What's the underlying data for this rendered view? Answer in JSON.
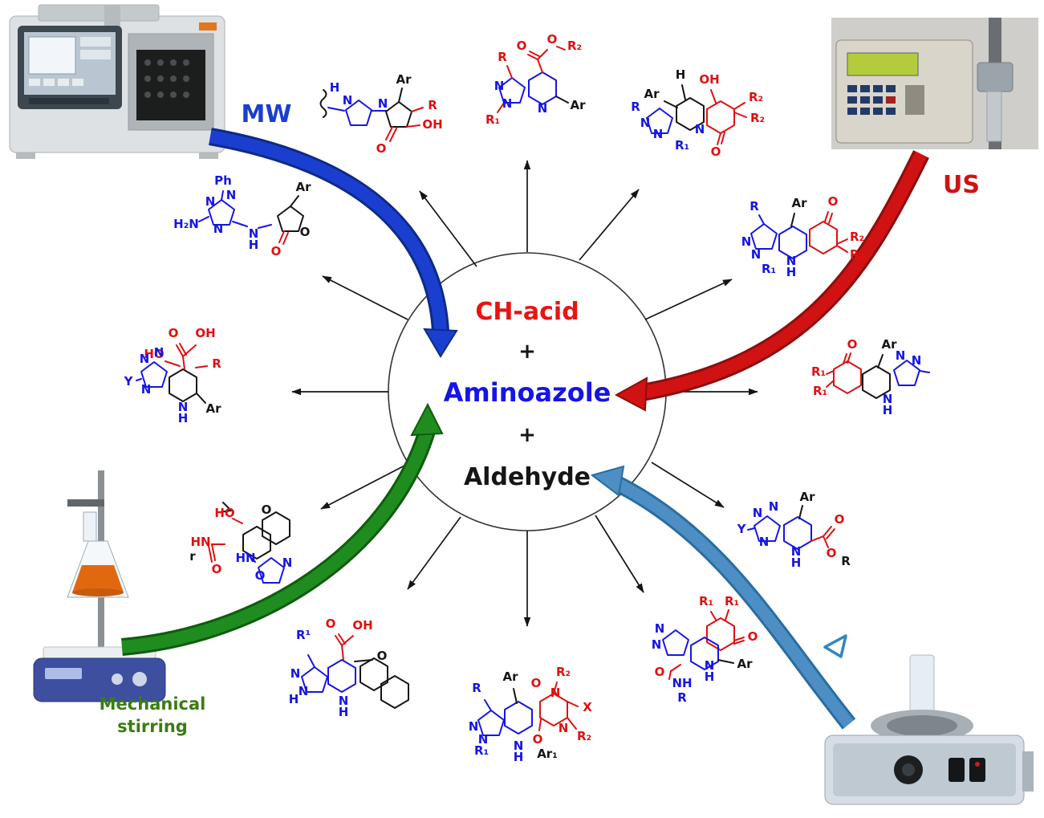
{
  "center": {
    "component1": "CH-acid",
    "plus1": "+",
    "component2": "Aminoazole",
    "plus2": "+",
    "component3": "Aldehyde"
  },
  "methods": {
    "mw": "MW",
    "us": "US",
    "mech_line1": "Mechanical",
    "mech_line2": "stirring"
  },
  "colors": {
    "ch_acid": "#e81410",
    "aminoazole": "#1515e6",
    "aldehyde": "#151515",
    "mw": "#1a3fd0",
    "us": "#d01212",
    "mech": "#1f8c1f",
    "mech_text": "#3a7d12",
    "thermal": "#4d8fc4"
  },
  "structures": [
    {
      "name": "pyrrolinone",
      "labels": [
        "H",
        "N",
        "N",
        "Ar",
        "R",
        "OH",
        "O"
      ]
    },
    {
      "name": "pyrazolopyridine-ester",
      "labels": [
        "R",
        "O",
        "O",
        "R₂",
        "N",
        "N",
        "N",
        "R₁",
        "Ar"
      ]
    },
    {
      "name": "hydroxy-pyrazoloquinolinone",
      "labels": [
        "H",
        "Ar",
        "OH",
        "R₂",
        "R₂",
        "R",
        "N",
        "N",
        "N",
        "R₁",
        "O"
      ]
    },
    {
      "name": "pyrazoloquinolinone",
      "labels": [
        "R",
        "Ar",
        "O",
        "R₂",
        "R₂",
        "N",
        "N",
        "N",
        "H",
        "R₁"
      ]
    },
    {
      "name": "pyrazoloquinazolinone",
      "labels": [
        "O",
        "Ar",
        "R₁",
        "R₁",
        "N",
        "N",
        "N",
        "H"
      ]
    },
    {
      "name": "triazolopyrimidine-ester",
      "labels": [
        "Ar",
        "Y",
        "N",
        "N",
        "N",
        "N",
        "H",
        "O",
        "O",
        "R"
      ]
    },
    {
      "name": "pyrazoloquinazoline-amide",
      "labels": [
        "R₁",
        "R₁",
        "O",
        "N",
        "N",
        "N",
        "H",
        "Ar",
        "O",
        "NH",
        "R"
      ]
    },
    {
      "name": "spiro-pyrazolopyridine",
      "labels": [
        "R",
        "Ar",
        "O",
        "R₂",
        "N",
        "X",
        "N",
        "R₂",
        "O",
        "N",
        "H",
        "Ar₁",
        "R₁",
        "N",
        "N"
      ]
    },
    {
      "name": "pyrazolopyridine-acid",
      "labels": [
        "R¹",
        "O",
        "OH",
        "N",
        "N",
        "H",
        "N",
        "H",
        "O"
      ]
    },
    {
      "name": "chromene-amide",
      "labels": [
        "O",
        "HO",
        "HN",
        "r",
        "O",
        "HN",
        "O",
        "N"
      ]
    },
    {
      "name": "triazolopyrimidine-acid",
      "labels": [
        "O",
        "OH",
        "HO",
        "R",
        "Ar",
        "N",
        "H",
        "Y",
        "N",
        "N",
        "N"
      ]
    },
    {
      "name": "aminotriazole-furanone",
      "labels": [
        "Ph",
        "N",
        "N",
        "H₂N",
        "N",
        "N",
        "H",
        "Ar",
        "O",
        "O"
      ]
    }
  ]
}
